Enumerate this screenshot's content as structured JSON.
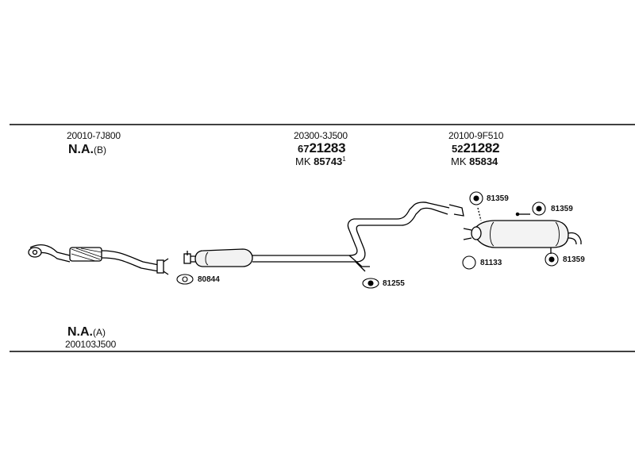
{
  "sections": {
    "left": {
      "part_no": "20010-7J800",
      "na": "N.A.",
      "na_suffix": "(B)"
    },
    "middle": {
      "part_no": "20300-3J500",
      "ref_prefix": "67",
      "ref_main": "21283",
      "mk_prefix": "MK",
      "mk_no": "85743",
      "mk_sup": "1"
    },
    "right": {
      "part_no": "20100-9F510",
      "ref_prefix": "52",
      "ref_main": "21282",
      "mk_prefix": "MK",
      "mk_no": "85834"
    }
  },
  "bottom": {
    "na": "N.A.",
    "na_suffix": "(A)",
    "part_no": "200103J500"
  },
  "callouts": {
    "gasket_front": "80844",
    "hanger_mid": "81255",
    "hanger_rear_1": "81359",
    "hanger_rear_2": "81359",
    "hanger_rear_3": "81359",
    "ring_rear": "81133"
  }
}
